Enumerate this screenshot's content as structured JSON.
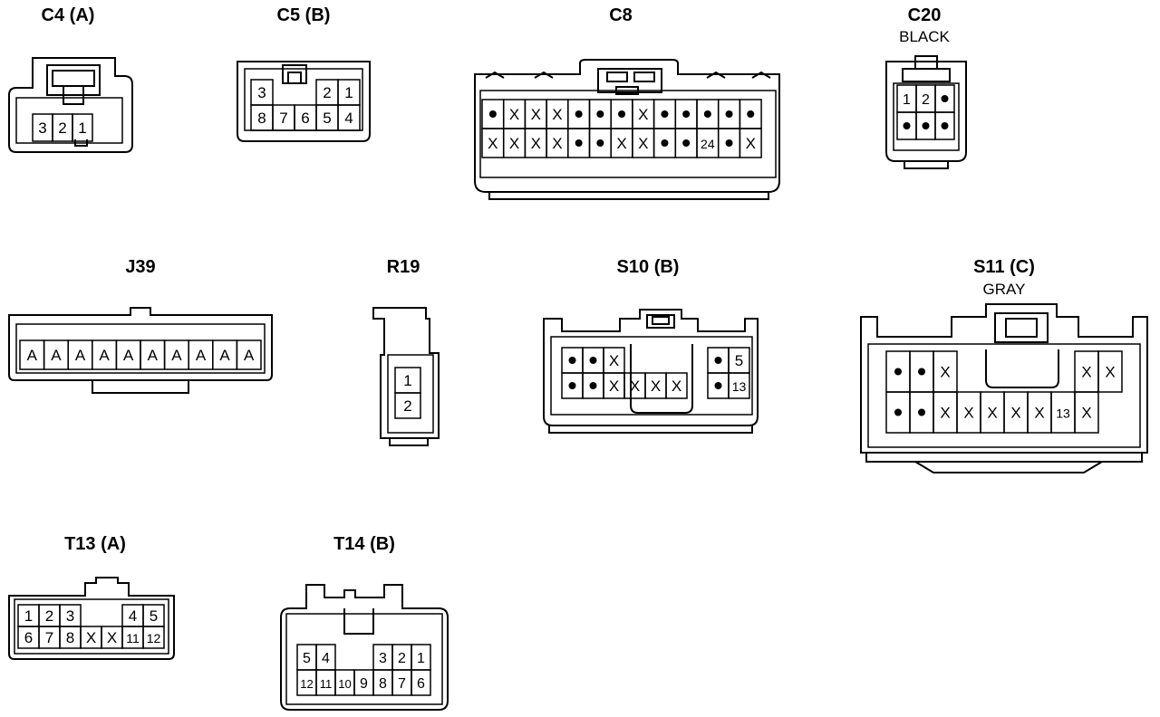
{
  "connectors": [
    {
      "id": "C4",
      "name": "C4 (A)",
      "pins": [
        [
          "3",
          "2",
          "1"
        ]
      ]
    },
    {
      "id": "C5",
      "name": "C5 (B)",
      "pins": [
        [
          "3",
          "",
          "",
          "2",
          "1"
        ],
        [
          "8",
          "7",
          "6",
          "5",
          "4"
        ]
      ]
    },
    {
      "id": "C8",
      "name": "C8",
      "pins": [
        [
          "•",
          "X",
          "X",
          "X",
          "•",
          "•",
          "•",
          "X",
          "•",
          "•",
          "•",
          "•",
          "•"
        ],
        [
          "X",
          "X",
          "X",
          "X",
          "•",
          "•",
          "X",
          "X",
          "•",
          "•",
          "24",
          "•",
          "X"
        ]
      ]
    },
    {
      "id": "C20",
      "name": "C20",
      "color": "BLACK",
      "pins": [
        [
          "1",
          "2",
          "•"
        ],
        [
          "•",
          "•",
          "•"
        ]
      ]
    },
    {
      "id": "J39",
      "name": "J39",
      "pins": [
        [
          "A",
          "A",
          "A",
          "A",
          "A",
          "A",
          "A",
          "A",
          "A",
          "A"
        ]
      ]
    },
    {
      "id": "R19",
      "name": "R19",
      "pins": [
        [
          "1"
        ],
        [
          "2"
        ]
      ]
    },
    {
      "id": "S10",
      "name": "S10 (B)",
      "pins": [
        [
          "•",
          "•",
          "X",
          "",
          "",
          "",
          "",
          "•",
          "5"
        ],
        [
          "•",
          "•",
          "X",
          "X",
          "X",
          "X",
          "",
          "•",
          "13"
        ]
      ]
    },
    {
      "id": "S11",
      "name": "S11 (C)",
      "color": "GRAY",
      "pins": [
        [
          "•",
          "•",
          "X",
          "",
          "",
          "",
          "",
          "",
          "X",
          "X"
        ],
        [
          "•",
          "•",
          "X",
          "X",
          "X",
          "X",
          "X",
          "13",
          "X"
        ]
      ]
    },
    {
      "id": "T13",
      "name": "T13 (A)",
      "pins": [
        [
          "1",
          "2",
          "3",
          "",
          "",
          "4",
          "5"
        ],
        [
          "6",
          "7",
          "8",
          "X",
          "X",
          "11",
          "12"
        ]
      ]
    },
    {
      "id": "T14",
      "name": "T14 (B)",
      "pins": [
        [
          "5",
          "4",
          "",
          "",
          "3",
          "2",
          "1"
        ],
        [
          "12",
          "11",
          "10",
          "9",
          "8",
          "7",
          "6"
        ]
      ]
    }
  ]
}
